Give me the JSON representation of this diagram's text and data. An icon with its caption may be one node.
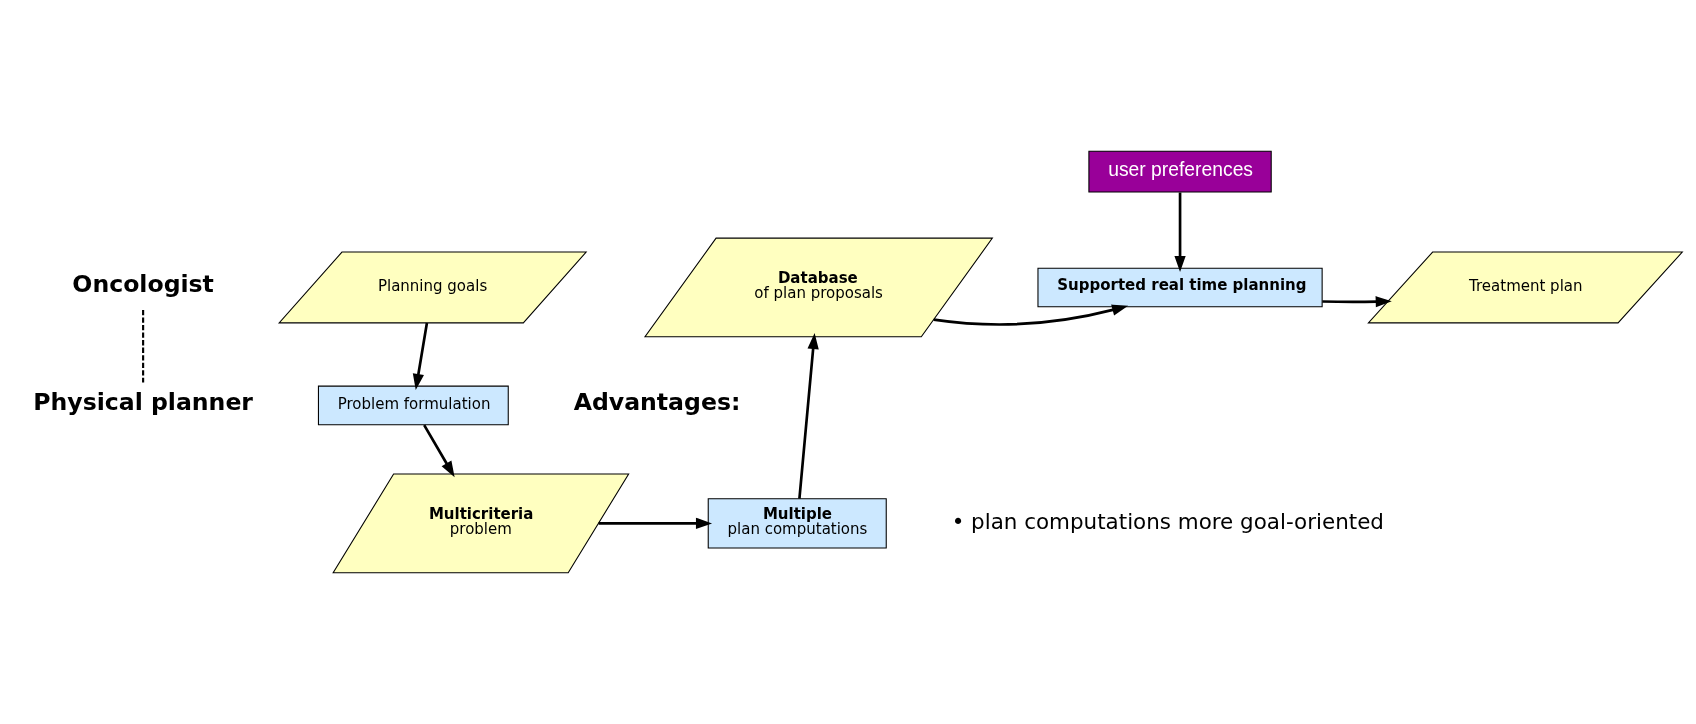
{
  "diagram": {
    "nodes": [
      {
        "text": [
          "Planning goals"
        ]
      },
      {
        "text": [
          "Problem formulation"
        ]
      },
      {
        "text": [
          "**Multicriteria** problem"
        ]
      },
      {
        "text": [
          "**Multiple** plan computations"
        ]
      },
      {
        "text": [
          "**Database** of plan proposals"
        ]
      },
      {
        "text": [
          "user preferences"
        ]
      },
      {
        "text": [
          "Supported real time planning"
        ]
      },
      {
        "text": [
          "Treatment plan"
        ]
      }
    ],
    "edges": [
      {
        "from": 0,
        "to": 1,
        "arrow": "to"
      },
      {
        "from": 1,
        "to": 2,
        "arrow": "to"
      },
      {
        "from": 2,
        "to": 3,
        "arrow": "to"
      },
      {
        "from": 3,
        "to": 4,
        "arrow": "to"
      },
      {
        "from": 4,
        "to": 6,
        "arrow": "to"
      },
      {
        "from": 5,
        "to": 6,
        "arrow": "to"
      },
      {
        "from": 6,
        "to": 7,
        "arrow": "to"
      }
    ],
    "labels": [
      "Oncologist",
      "Physical planner",
      "Advantages:",
      "• plan computations more goal-oriented"
    ]
  }
}
